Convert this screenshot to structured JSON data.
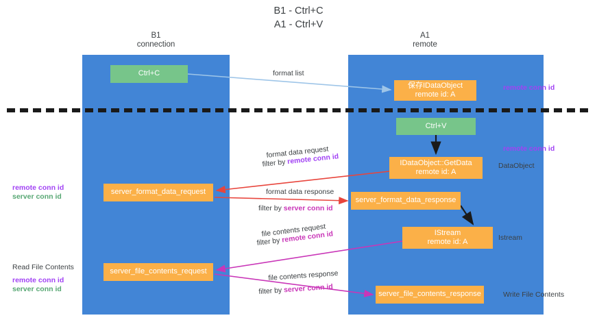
{
  "title": {
    "line1": "B1 - Ctrl+C",
    "line2": "A1 - Ctrl+V"
  },
  "lanes": [
    {
      "id": "b1",
      "name": "B1",
      "subtitle": "connection",
      "color": "#4285d6"
    },
    {
      "id": "a1",
      "name": "A1",
      "subtitle": "remote",
      "color": "#4285d6"
    }
  ],
  "nodes": {
    "ctrl_c": {
      "line1": "Ctrl+C",
      "line2": "",
      "color": "#77c58a"
    },
    "save_idataobject": {
      "line1": "保存IDataObject",
      "line2": "remote id: A",
      "color": "#fbb048"
    },
    "ctrl_v": {
      "line1": "Ctrl+V",
      "line2": "",
      "color": "#77c58a"
    },
    "getdata": {
      "line1": "IDataObject::GetData",
      "line2": "remote id: A",
      "color": "#fbb048"
    },
    "server_format_data_request": {
      "line1": "server_format_data_request",
      "line2": "",
      "color": "#fbb048"
    },
    "server_format_data_response": {
      "line1": "server_format_data_response",
      "line2": "",
      "color": "#fbb048"
    },
    "istream": {
      "line1": "IStream",
      "line2": "remote id: A",
      "color": "#fbb048"
    },
    "server_file_contents_request": {
      "line1": "server_file_contents_request",
      "line2": "",
      "color": "#fbb048"
    },
    "server_file_contents_response": {
      "line1": "server_file_contents_response",
      "line2": "",
      "color": "#fbb048"
    }
  },
  "edges": {
    "format_list": "format list",
    "format_data_request": "format data request",
    "format_data_request_filter_prefix": "filter by ",
    "format_data_request_filter_key": "remote conn id",
    "format_data_response": "format data response",
    "format_data_response_filter_prefix": "filter by ",
    "format_data_response_filter_key": "server conn id",
    "file_contents_request": "file contents request",
    "file_contents_request_filter_prefix": "filter by ",
    "file_contents_request_filter_key": "remote conn id",
    "file_contents_response": "file contents response",
    "file_contents_response_filter_prefix": "filter by ",
    "file_contents_response_filter_key": "server conn id"
  },
  "annotations": {
    "right_remote_conn_id_1": "remote conn id",
    "right_remote_conn_id_2": "remote conn id",
    "right_dataobject": "DataObject",
    "right_istream": "Istream",
    "right_write_file_contents": "Write File Contents",
    "left_remote_conn_id": "remote conn id",
    "left_server_conn_id": "server conn id",
    "left_read_file_contents": "Read File Contents",
    "left_remote_conn_id_2": "remote conn id",
    "left_server_conn_id_2": "server conn id"
  },
  "colors": {
    "lane": "#4285d6",
    "green_node": "#77c58a",
    "orange_node": "#fbb048",
    "purple": "#a142f4",
    "green_text": "#57a773",
    "magenta": "#c936b8",
    "arrow_blue": "#9ec5e8",
    "arrow_red": "#e8453c",
    "arrow_magenta": "#c936b8",
    "arrow_black": "#1a1a1a",
    "divider": "#1a1a1a"
  }
}
